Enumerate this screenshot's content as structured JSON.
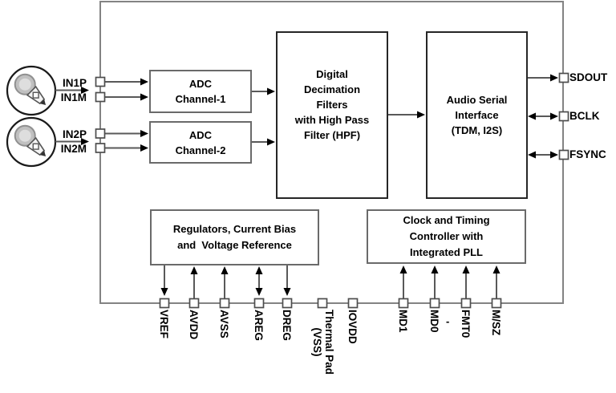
{
  "diagram": {
    "kind": "audio-adc-functional-block-diagram",
    "blocks": {
      "adc1": "ADC\nChannel-1",
      "adc2": "ADC\nChannel-2",
      "decimation": "Digital\nDecimation\nFilters\nwith High Pass\nFilter (HPF)",
      "serial": "Audio Serial\nInterface\n(TDM, I2S)",
      "regulators": "Regulators, Current Bias\nand  Voltage Reference",
      "clock": "Clock and Timing\nController with\nIntegrated PLL"
    },
    "pins": {
      "left": [
        {
          "label": "IN1P",
          "direction": "in"
        },
        {
          "label": "IN1M",
          "direction": "in"
        },
        {
          "label": "IN2P",
          "direction": "in"
        },
        {
          "label": "IN2M",
          "direction": "in"
        }
      ],
      "right": [
        {
          "label": "SDOUT",
          "direction": "out"
        },
        {
          "label": "BCLK",
          "direction": "bidirectional"
        },
        {
          "label": "FSYNC",
          "direction": "bidirectional"
        }
      ],
      "bottom": [
        {
          "label": "VREF",
          "direction": "out"
        },
        {
          "label": "AVDD",
          "direction": "in"
        },
        {
          "label": "AVSS",
          "direction": "in"
        },
        {
          "label": "AREG",
          "direction": "bidirectional"
        },
        {
          "label": "DREG",
          "direction": "out"
        },
        {
          "label": "Thermal Pad\n(VSS)",
          "direction": "none"
        },
        {
          "label": "IOVDD",
          "direction": "none"
        },
        {
          "label": "MD1",
          "direction": "in"
        },
        {
          "label": "MD0",
          "direction": "in"
        },
        {
          "label": "FMT0",
          "direction": "in"
        },
        {
          "label": "M/SZ",
          "direction": "in"
        }
      ]
    },
    "icons": {
      "input1": "microphone-icon",
      "input2": "microphone-icon"
    },
    "connections": [
      "microphone-1 -> IN1P/IN1M",
      "microphone-2 -> IN2P/IN2M",
      "IN1P/IN1M -> ADC Channel-1",
      "IN2P/IN2M -> ADC Channel-2",
      "ADC Channel-1 -> Digital Decimation Filters",
      "ADC Channel-2 -> Digital Decimation Filters",
      "Digital Decimation Filters -> Audio Serial Interface"
    ],
    "stray_mark": "-",
    "colors": {
      "background": "#ffffff",
      "chip_border": "#838383",
      "block_border_gray": "#6a6a6a",
      "block_border_dark": "#262626",
      "wire": "#595959",
      "arrowhead": "#000000",
      "text": "#000000",
      "mic_head": "#c0c0c0"
    }
  }
}
